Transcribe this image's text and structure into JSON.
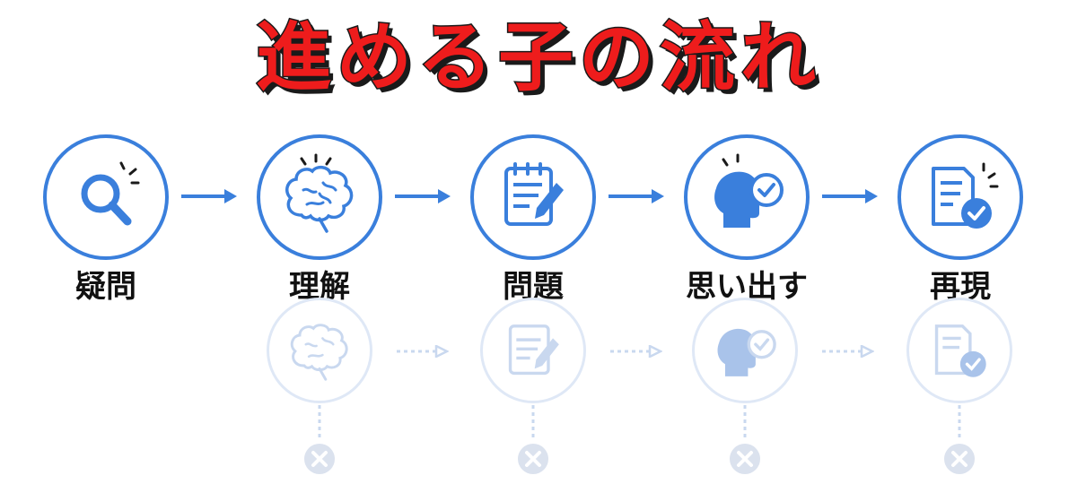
{
  "title": "進める子の流れ",
  "steps": [
    {
      "label": "疑問",
      "icon": "magnifier-icon"
    },
    {
      "label": "理解",
      "icon": "brain-icon"
    },
    {
      "label": "問題",
      "icon": "clipboard-pencil-icon"
    },
    {
      "label": "思い出す",
      "icon": "head-check-icon"
    },
    {
      "label": "再現",
      "icon": "document-check-icon"
    }
  ],
  "colors": {
    "accent": "#3a7fdc",
    "title": "#ee1c1c",
    "ghost": "#dce6f5"
  }
}
